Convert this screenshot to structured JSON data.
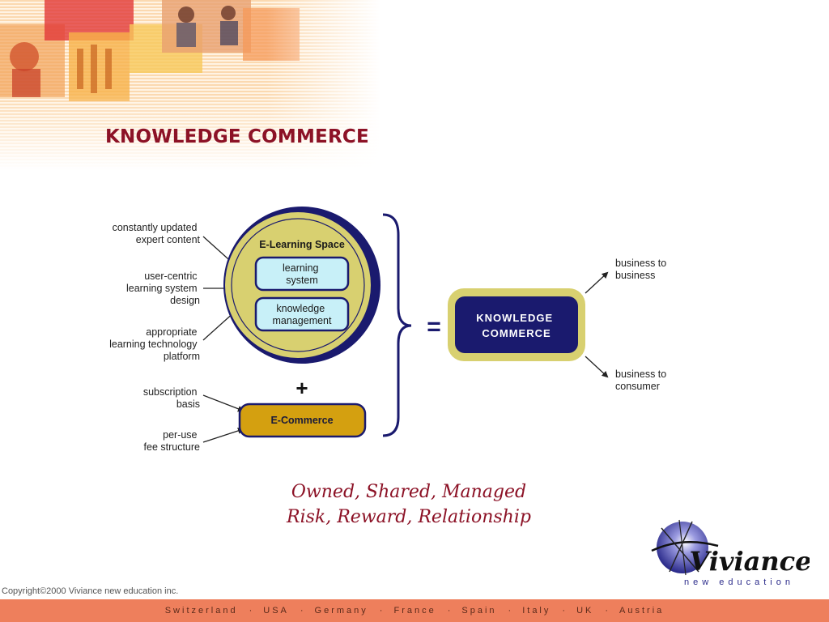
{
  "slide": {
    "title": "KNOWLEDGE COMMERCE"
  },
  "diagram": {
    "left_labels": [
      [
        "constantly updated",
        "expert content"
      ],
      [
        "user-centric",
        "learning system",
        "design"
      ],
      [
        "appropriate",
        "learning technology",
        "platform"
      ],
      [
        "subscription",
        "basis"
      ],
      [
        "per-use",
        "fee structure"
      ]
    ],
    "circle_title": "E-Learning Space",
    "box_learning": [
      "learning",
      "system"
    ],
    "box_knowledge": [
      "knowledge",
      "management"
    ],
    "plus": "+",
    "ecommerce": "E-Commerce",
    "equals": "=",
    "result": [
      "KNOWLEDGE",
      "COMMERCE"
    ],
    "right_labels": [
      [
        "business to",
        "business"
      ],
      [
        "business to",
        "consumer"
      ]
    ],
    "colors": {
      "navy": "#1a1a6e",
      "olive": "#d4cc66",
      "light_box": "#c8f0f8",
      "ecommerce_fill": "#d4a010"
    }
  },
  "tagline": {
    "line1": "Owned, Shared, Managed",
    "line2": "Risk, Reward, Relationship"
  },
  "logo": {
    "name": "Viviance",
    "sub": "new education"
  },
  "copyright": "Copyright©2000 Viviance new education inc.",
  "footer": {
    "countries": [
      "Switzerland",
      "USA",
      "Germany",
      "France",
      "Spain",
      "Italy",
      "UK",
      "Austria"
    ],
    "separator": "·"
  }
}
